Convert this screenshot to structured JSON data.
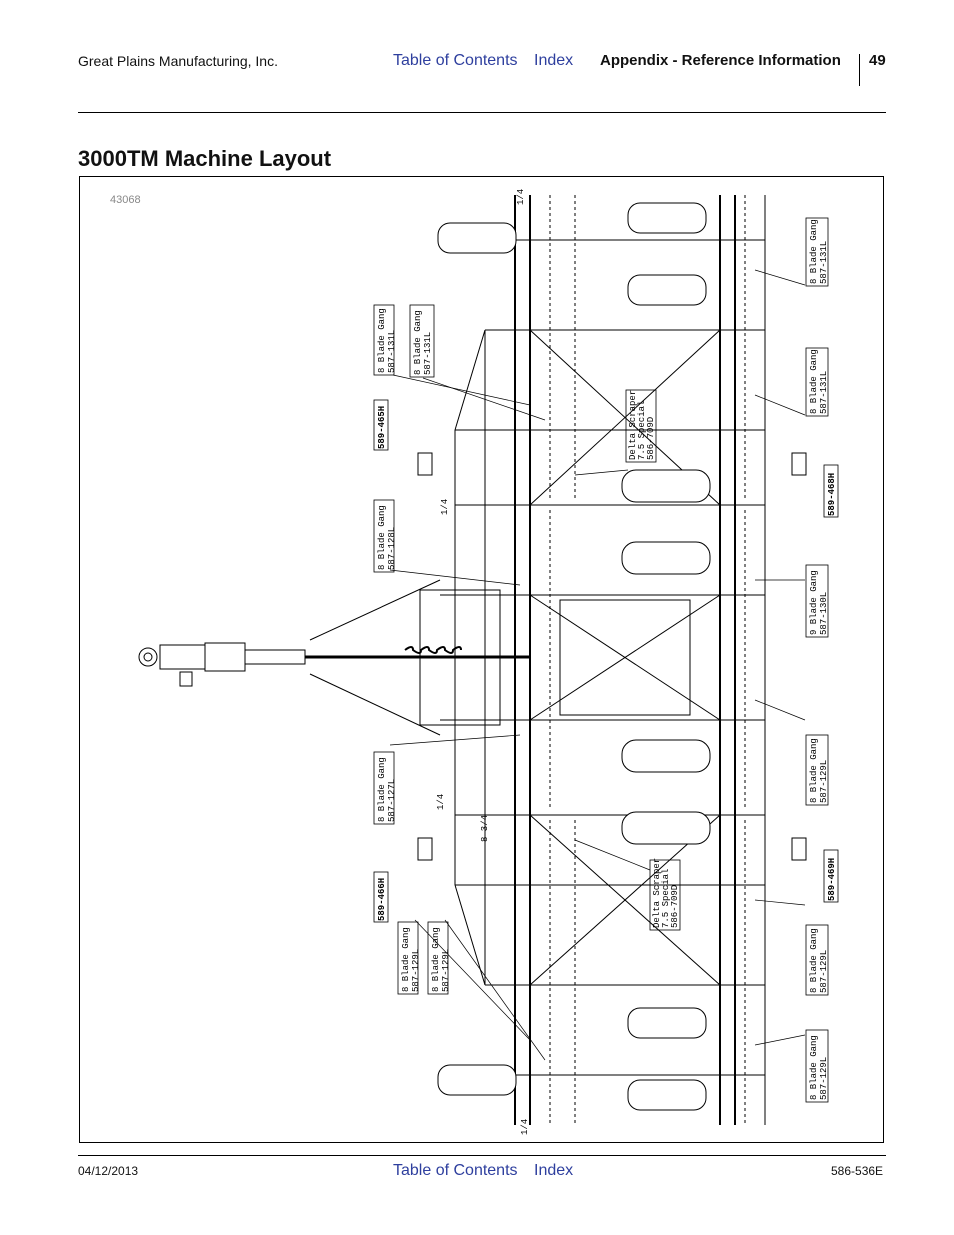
{
  "header": {
    "company": "Great Plains Manufacturing, Inc.",
    "toc_link": "Table of Contents",
    "index_link": "Index",
    "section": "Appendix - Reference Information",
    "page_number": "49"
  },
  "title": "3000TM Machine Layout",
  "figure": {
    "figure_number": "43068",
    "quarter": "1/4",
    "dim_3_4": "8 3/4",
    "callouts": [
      {
        "line1": "8 Blade Gang",
        "line2": "587-131L"
      },
      {
        "line1": "8 Blade Gang",
        "line2": "587-131L"
      },
      {
        "line1": "589-465H",
        "line2": ""
      },
      {
        "line1": "8 Blade Gang",
        "line2": "587-128L"
      },
      {
        "line1": "8 Blade Gang",
        "line2": "587-127L"
      },
      {
        "line1": "589-466H",
        "line2": ""
      },
      {
        "line1": "8 Blade Gang",
        "line2": "587-129L"
      },
      {
        "line1": "8 Blade Gang",
        "line2": "587-129L"
      },
      {
        "line1": "8 Blade Gang",
        "line2": "587-131L"
      },
      {
        "line1": "8 Blade Gang",
        "line2": "587-131L"
      },
      {
        "line1": "589-468H",
        "line2": ""
      },
      {
        "line1": "9 Blade Gang",
        "line2": "587-130L"
      },
      {
        "line1": "8 Blade Gang",
        "line2": "587-129L"
      },
      {
        "line1": "589-469H",
        "line2": ""
      },
      {
        "line1": "8 Blade Gang",
        "line2": "587-129L"
      },
      {
        "line1": "8 Blade Gang",
        "line2": "587-129L"
      }
    ],
    "scraper_callouts": [
      {
        "line1": "Delta Scraper",
        "line2": "7.5 Special",
        "line3": "586-709D"
      },
      {
        "line1": "Delta Scraper",
        "line2": "7.5 Special",
        "line3": "586-709D"
      }
    ]
  },
  "footer": {
    "date": "04/12/2013",
    "toc_link": "Table of Contents",
    "index_link": "Index",
    "doc_number": "586-536E"
  }
}
